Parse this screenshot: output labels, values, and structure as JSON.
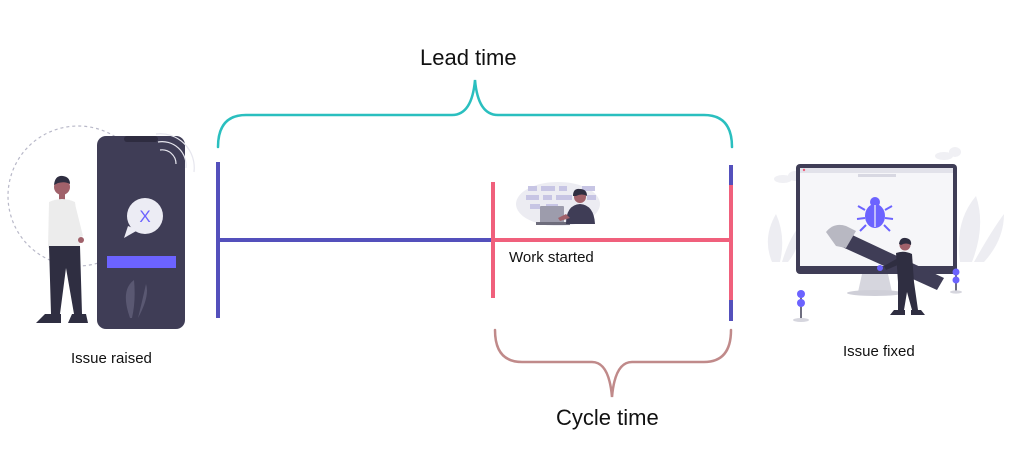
{
  "labels": {
    "lead_time": "Lead time",
    "cycle_time": "Cycle time",
    "issue_raised": "Issue raised",
    "work_started": "Work started",
    "issue_fixed": "Issue fixed"
  },
  "icons": {
    "phone_badge": "X"
  },
  "colors": {
    "lead_brace": "#2ABFBF",
    "cycle_brace": "#C08A8A",
    "lead_line": "#5450BC",
    "cycle_line": "#F0607C",
    "dark": "#3F3D56",
    "purple": "#6C63FF"
  }
}
